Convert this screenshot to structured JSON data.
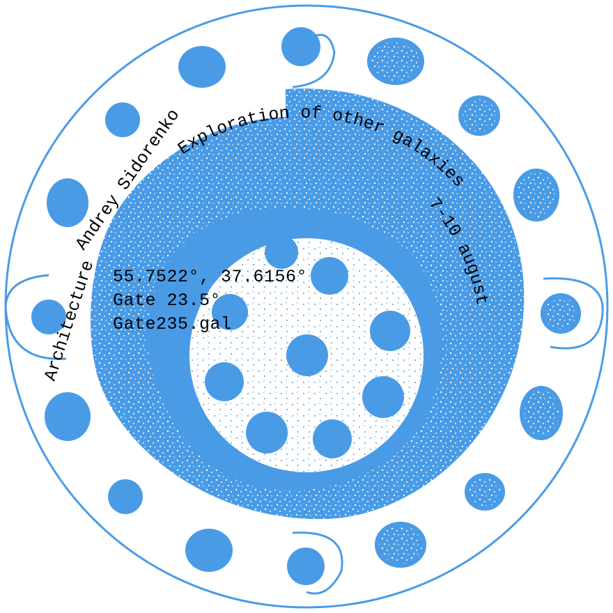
{
  "poster": {
    "architect_role": "Architecture",
    "architect_name": "Andrey Sidorenko",
    "title": "Exploration of other galaxies",
    "dates": "7-10 august",
    "coordinates": "55.7522°, 37.6156°",
    "gate_label": "Gate 23.5°",
    "filename": "Gate235.gal"
  },
  "colors": {
    "accent": "#4A9BE6",
    "background": "#FFFFFF",
    "text": "#000000"
  }
}
